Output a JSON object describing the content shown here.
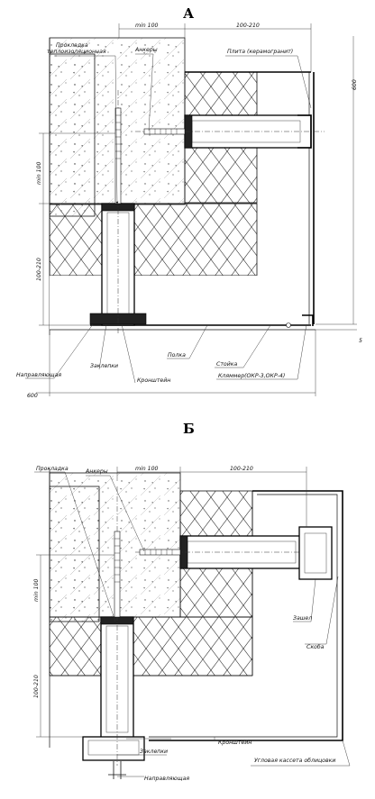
{
  "section_a": {
    "title": "А",
    "labels": {
      "prokladka": "Прокладка",
      "prokladka2": "теплоизоляционная",
      "ankery": "Анкеры",
      "plita": "Плита (керамогранит)",
      "napravlyayushchaya": "Направляющая",
      "zaklepki": "Заклепки",
      "kronshtein": "Кронштейн",
      "polka": "Полка",
      "stoyka": "Стойка",
      "klyammer": "Кляммер(ОКР-3,ОКР-4)"
    },
    "dims": {
      "min100_top": "min 100",
      "range_top": "100-210",
      "d600_right": "600",
      "min100_left": "min 100",
      "range_left": "100-210",
      "d5": "5",
      "d600_bottom": "600"
    }
  },
  "section_b": {
    "title": "Б",
    "labels": {
      "prokladka": "Прокладка",
      "ankery": "Анкеры",
      "zashchelka": "Зашел",
      "skoba": "Скоба",
      "kronshtein": "Кронштейн",
      "zaklepki": "Заклепки",
      "uglovaya": "Угловая кассета облицовки",
      "napravlyayushchaya": "Направляющая"
    },
    "dims": {
      "min100_top": "min 100",
      "range_top": "100-210",
      "min100_left": "min 100",
      "range_left": "100-210"
    }
  }
}
